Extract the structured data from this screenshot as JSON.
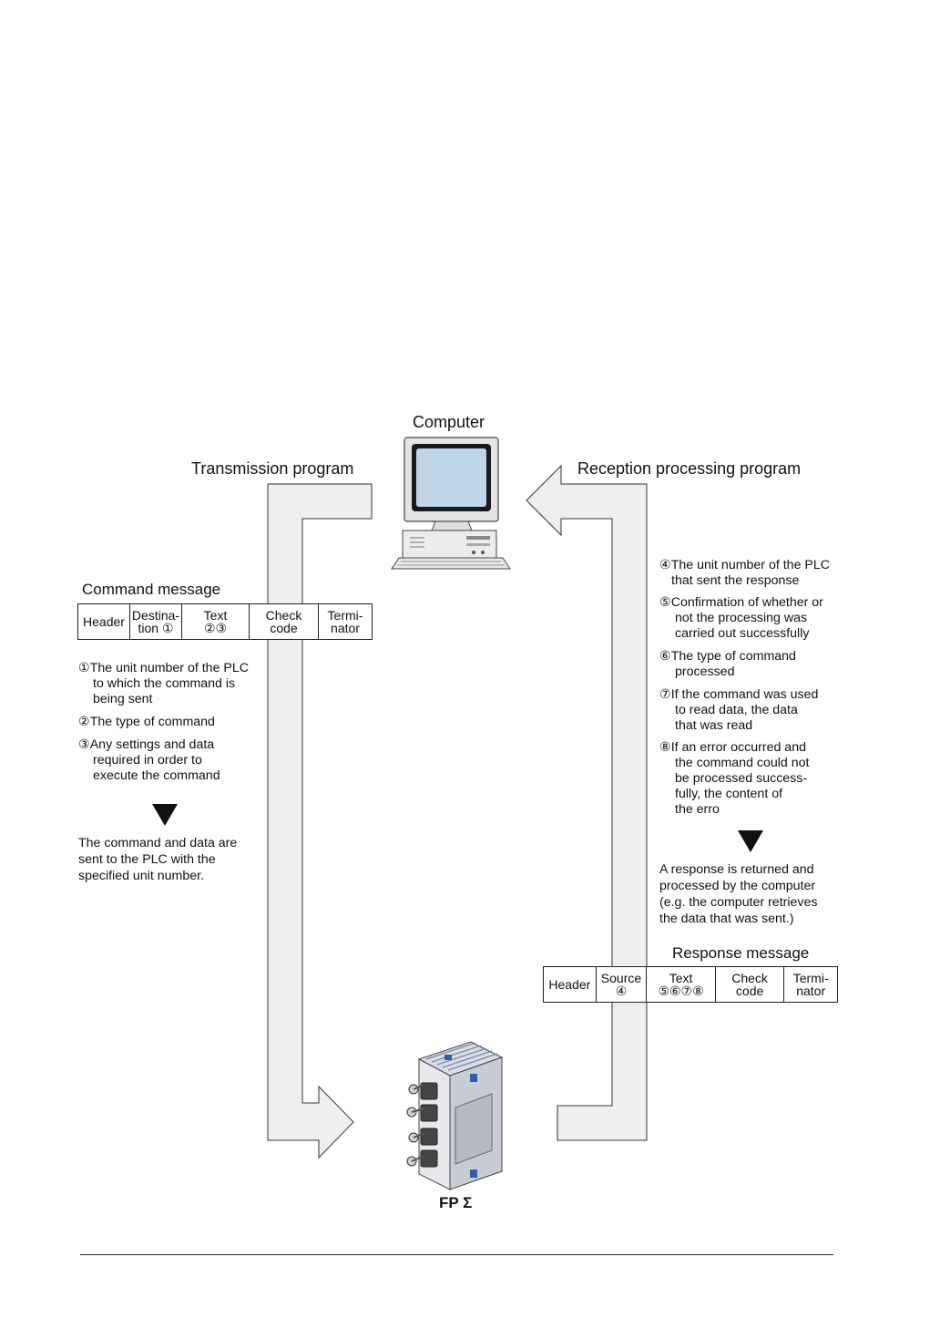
{
  "computer_label": "Computer",
  "plc_label": "FP Σ",
  "transmission_label": "Transmission program",
  "reception_label": "Reception processing program",
  "command": {
    "title": "Command message",
    "fields": [
      {
        "l1": "Header",
        "l2": ""
      },
      {
        "l1": "Destina-",
        "l2": "tion ①"
      },
      {
        "l1": "Text",
        "l2": "②③"
      },
      {
        "l1": "Check",
        "l2": "code"
      },
      {
        "l1": "Termi-",
        "l2": "nator"
      }
    ],
    "notes": [
      [
        "①The unit number of the PLC",
        "to which the command is",
        "being sent"
      ],
      [
        "②The type of command"
      ],
      [
        "③Any settings and data",
        "required in order to",
        "execute the command"
      ]
    ],
    "result": [
      "The command and data are",
      "sent to the PLC with the",
      "specified unit number."
    ]
  },
  "response": {
    "title": "Response message",
    "fields": [
      {
        "l1": "Header",
        "l2": ""
      },
      {
        "l1": "Source",
        "l2": "④"
      },
      {
        "l1": "Text",
        "l2": "⑤⑥⑦⑧"
      },
      {
        "l1": "Check",
        "l2": "code"
      },
      {
        "l1": "Termi-",
        "l2": "nator"
      }
    ],
    "notes": [
      [
        "④The unit number of the PLC",
        "that sent the response"
      ],
      [
        "⑤Confirmation of whether or",
        "not the processing was",
        "carried out successfully"
      ],
      [
        "⑥The type of command",
        "processed"
      ],
      [
        "⑦If the command was used",
        "to read data, the data",
        "that was read"
      ],
      [
        "⑧If an error occurred and",
        "the command could not",
        "be processed success-",
        "fully, the content of",
        "the erro"
      ]
    ],
    "result": [
      "A response is returned and",
      "processed by the computer",
      "(e.g. the computer retrieves",
      "the data that was sent.)"
    ]
  }
}
